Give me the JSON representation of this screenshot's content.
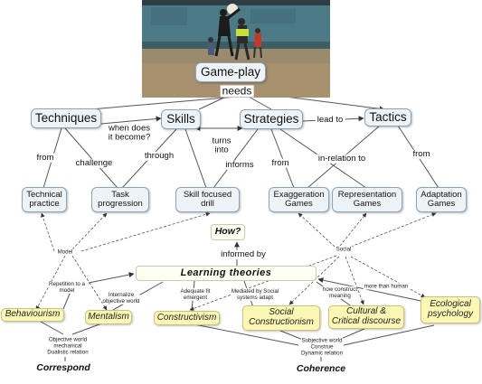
{
  "concepts": {
    "game_play": "Game-play",
    "techniques": "Techniques",
    "skills": "Skills",
    "strategies": "Strategies",
    "tactics": "Tactics",
    "technical_practice": "Technical\npractice",
    "task_progression": "Task\nprogression",
    "skill_focused_drill": "Skill focused\ndrill",
    "exaggeration_games": "Exaggeration\nGames",
    "representation_games": "Representation\nGames",
    "adaptation_games": "Adaptation\nGames",
    "how": "How?",
    "learning_theories": "Learning theories",
    "behaviourism": "Behaviourism",
    "mentalism": "Mentalism",
    "constructivism": "Constructivism",
    "social_constructionism": "Social\nConstructionism",
    "cultural_critical": "Cultural &\nCritical discourse",
    "ecological_psychology": "Ecological\npsychology",
    "correspond": "Correspond",
    "coherence": "Coherence"
  },
  "links": {
    "needs": "needs",
    "when_does": "when does\nit become?",
    "lead_to": "lead to",
    "turns_into": "turns\ninto",
    "from_1": "from",
    "challenge": "challenge",
    "through": "through",
    "informs": "informs",
    "from_2": "from",
    "in_relation_to": "in-relation to",
    "from_3": "from",
    "informed_by": "informed by",
    "model": "Model",
    "social": "Social",
    "repetition": "Repetition to a\nmodel",
    "internalize": "Internalize\nobjective world",
    "adequate_fit": "Adequate fit\nemergent",
    "mediated_by": "Mediated by Social\nsystems adapt",
    "how_construct": "how construct\nmeaning",
    "more_than_human": "more than human",
    "objective_world": "Objective world\nmechanical\nDualistic relation",
    "subjective_world": "Subjective world\nConstrue\nDynamic relation"
  },
  "colors": {
    "node_fill": "#eef3f7",
    "node_border": "#8ca4b8",
    "yellow_fill": "#fbf8b6",
    "line": "#555555"
  }
}
